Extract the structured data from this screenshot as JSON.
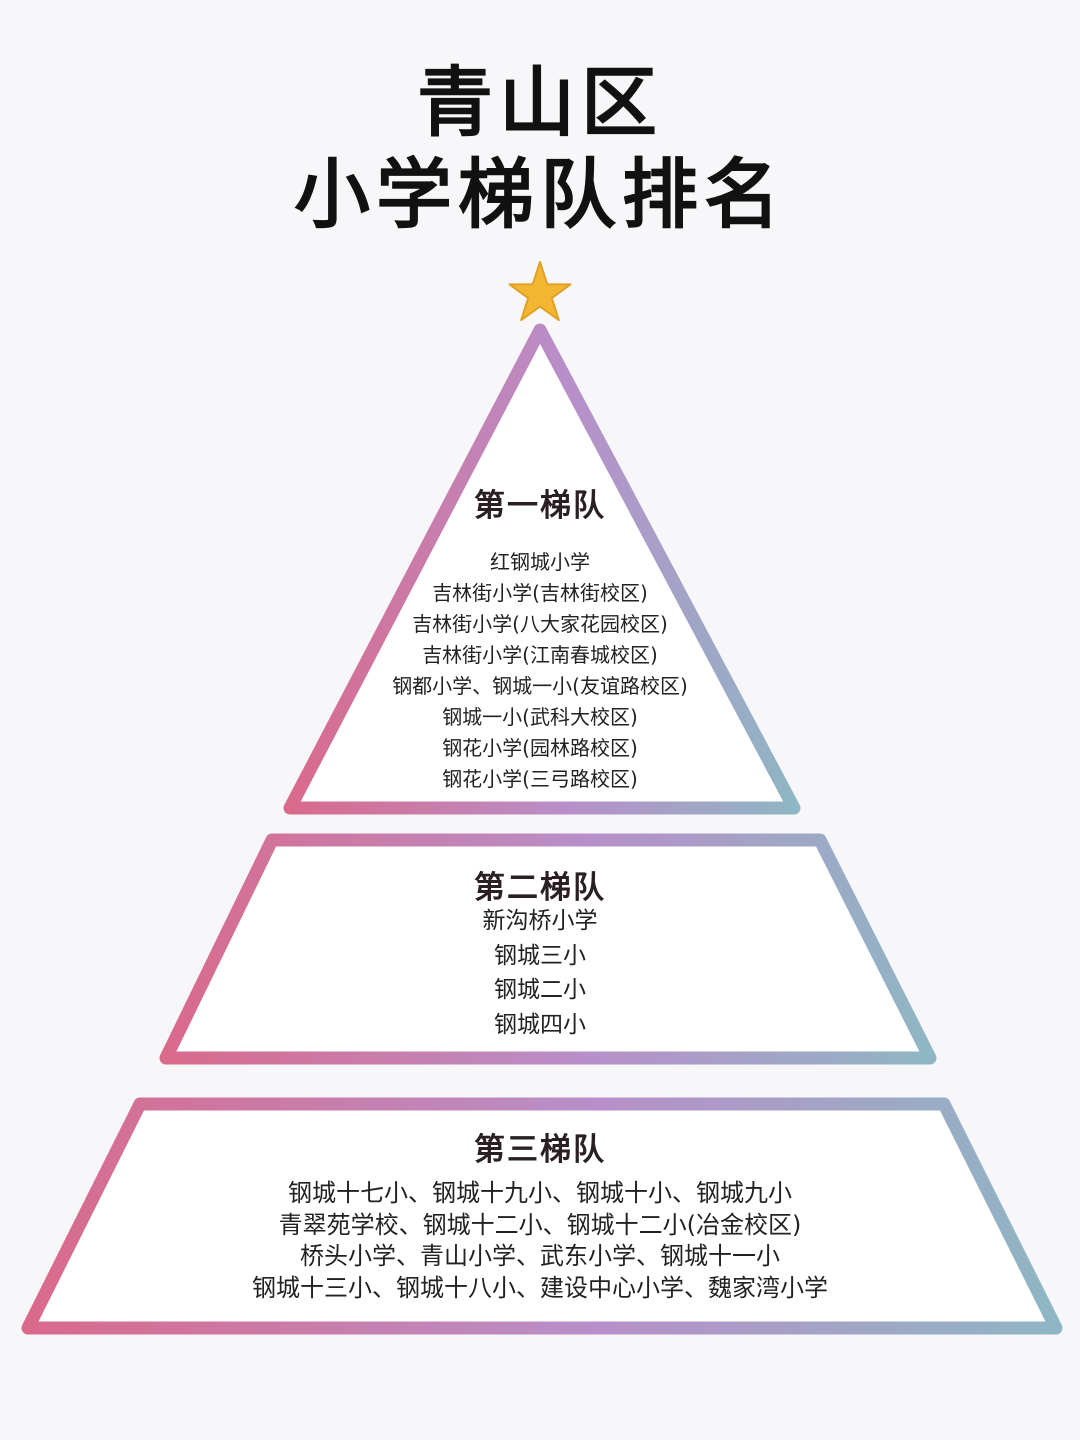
{
  "title": {
    "line1": "青山区",
    "line2": "小学梯队排名"
  },
  "colors": {
    "star": "#f2b632",
    "gradient_left": "#d96a8c",
    "gradient_mid": "#b88fc9",
    "gradient_right": "#8fb6c4"
  },
  "tiers": [
    {
      "heading": "第一梯队",
      "schools": [
        "红钢城小学",
        "吉林街小学(吉林街校区)",
        "吉林街小学(八大家花园校区)",
        "吉林街小学(江南春城校区)",
        "钢都小学、钢城一小(友谊路校区)",
        "钢城一小(武科大校区)",
        "钢花小学(园林路校区)",
        "钢花小学(三弓路校区)"
      ]
    },
    {
      "heading": "第二梯队",
      "schools": [
        "新沟桥小学",
        "钢城三小",
        "钢城二小",
        "钢城四小"
      ]
    },
    {
      "heading": "第三梯队",
      "schools": [
        "钢城十七小、钢城十九小、钢城十小、钢城九小",
        "青翠苑学校、钢城十二小、钢城十二小(冶金校区)",
        "桥头小学、青山小学、武东小学、钢城十一小",
        "钢城十三小、钢城十八小、建设中心小学、魏家湾小学"
      ]
    }
  ]
}
